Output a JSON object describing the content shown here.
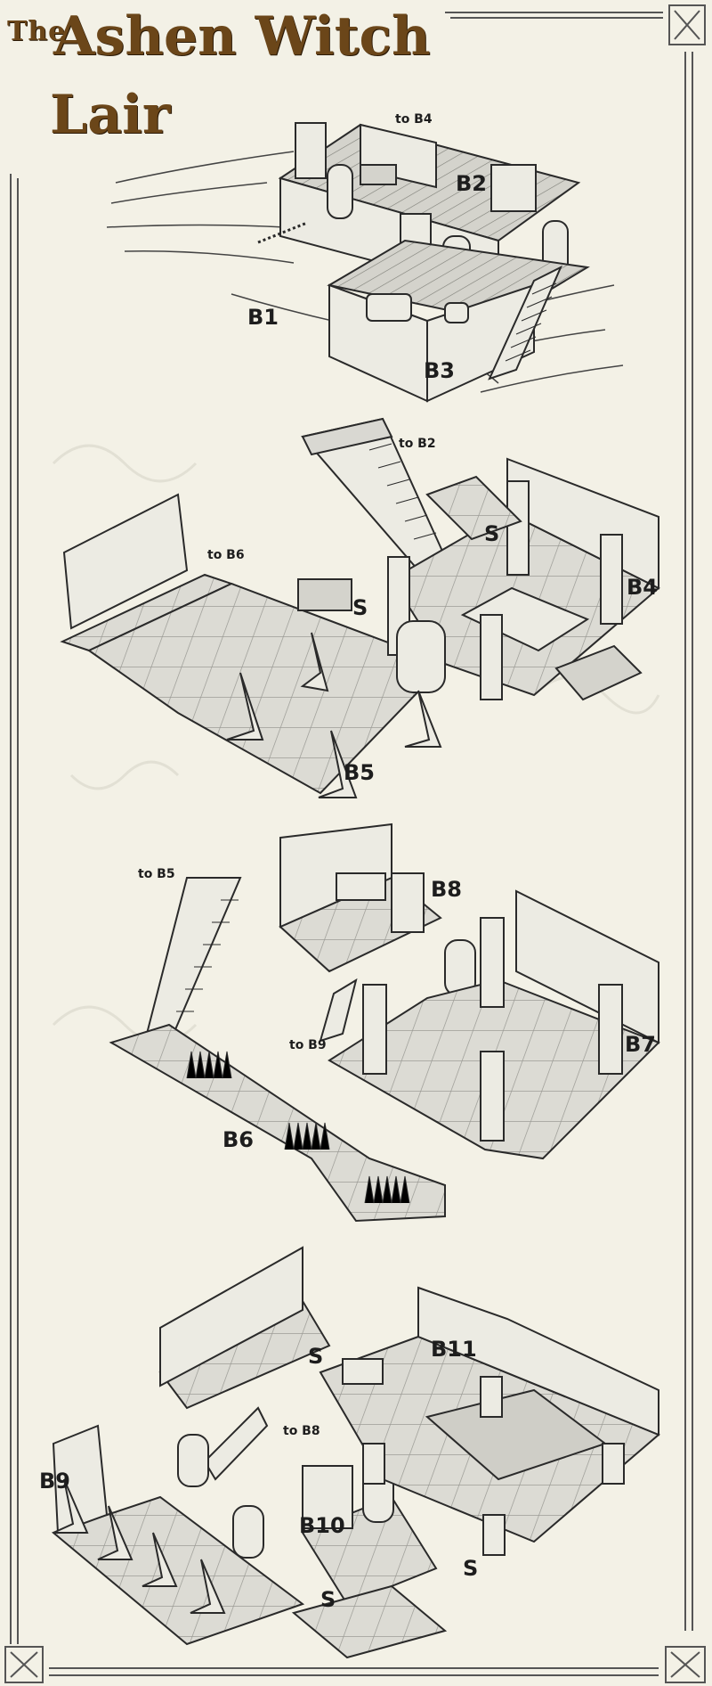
{
  "title": {
    "prefix": "The",
    "main": "Ashen Witch",
    "sub": "Lair"
  },
  "rooms": {
    "b1": "B1",
    "b2": "B2",
    "b3": "B3",
    "b4": "B4",
    "b5": "B5",
    "b6": "B6",
    "b7": "B7",
    "b8": "B8",
    "b9": "B9",
    "b10": "B10",
    "b11": "B11"
  },
  "nav": {
    "to_b4": "to B4",
    "to_b2": "to B2",
    "to_b6": "to B6",
    "to_b5": "to B5",
    "to_b9": "to B9",
    "to_b8": "to B8"
  },
  "secret_door_mark": "S",
  "colors": {
    "title": "#6b4619",
    "paper": "#f3f1e6",
    "ink": "#1d1d1d",
    "floor": "#d9d8d2",
    "wall": "#ecebe3"
  }
}
